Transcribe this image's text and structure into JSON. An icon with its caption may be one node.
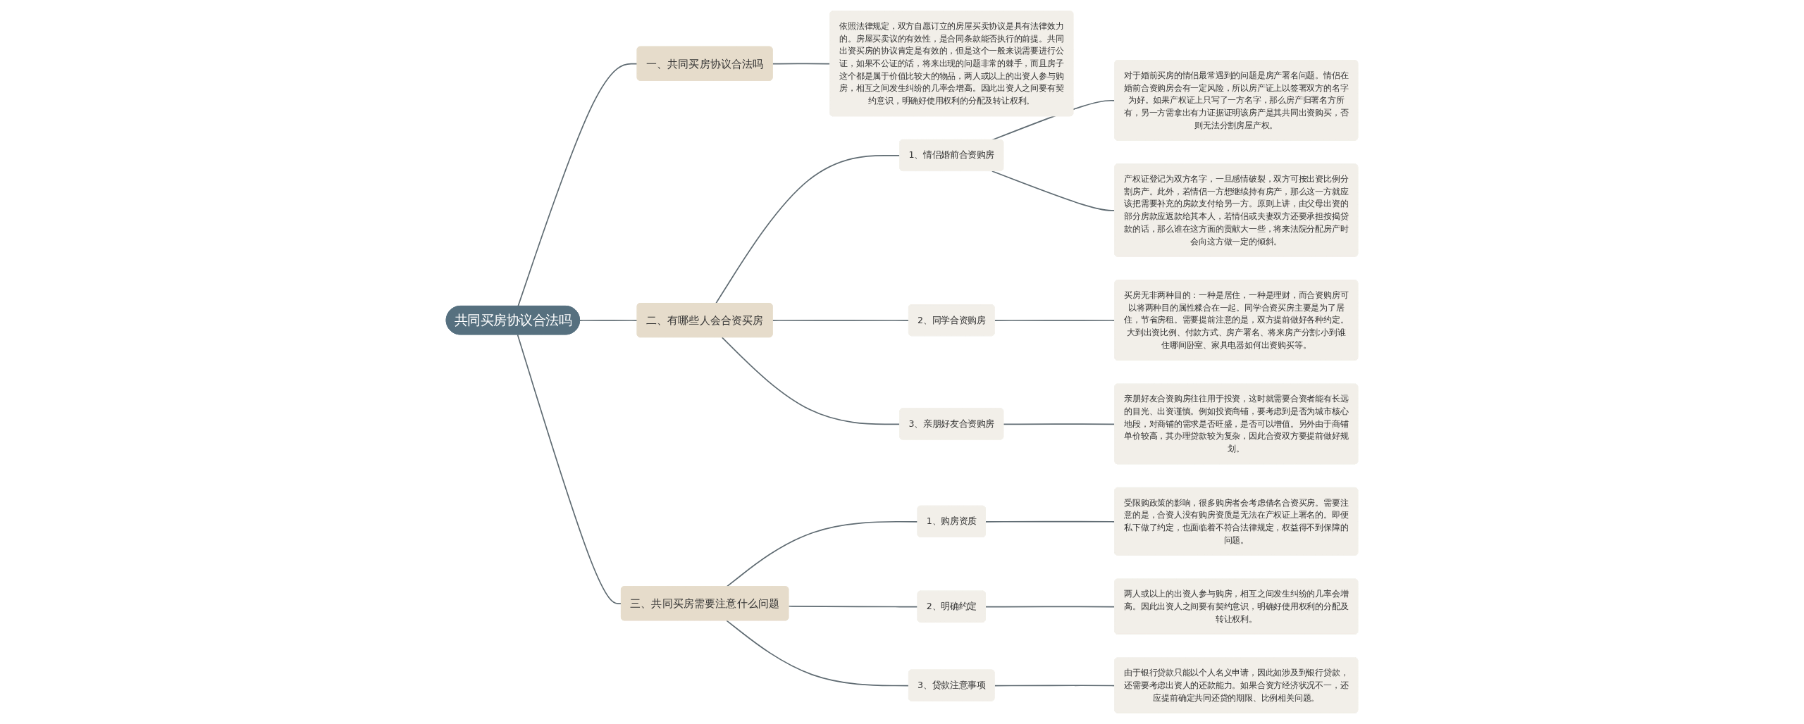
{
  "diagram": {
    "nodes": [
      {
        "text": [
          "共同买房协议合法吗"
        ]
      },
      {
        "text": [
          "一、共同买房协议合法吗"
        ]
      },
      {
        "text": [
          "依照法律规定，双方自愿订立的房屋买卖协议是具有法律效力的。房屋买卖议的有效性，是合同条款能否执行的前提。共同出资买房的协议肯定是有效的，但是这个一般来说需要进行公证，如果不公证的话，将来出现的问题非常的棘手，而且房子这个都是属于价值比较大的物品，两人或以上的出资人参与购房，相互之间发生纠纷的几率会增高。因此出资人之间要有契约意识，明确好使用权利的分配及转让权利。"
        ]
      },
      {
        "text": [
          "二、有哪些人会合资买房"
        ]
      },
      {
        "text": [
          "1、情侣婚前合资购房"
        ]
      },
      {
        "text": [
          "对于婚前买房的情侣最常遇到的问题是房产署名问题。情侣在婚前合资购房会有一定风险，所以房产证上以签署双方的名字为好。如果产权证上只写了一方名字，那么房产归署名方所有，另一方需拿出有力证据证明该房产是其共同出资购买，否则无法分割房屋产权。"
        ]
      },
      {
        "text": [
          "产权证登记为双方名字，一旦感情破裂，双方可按出资比例分割房产。此外，若情侣一方想继续持有房产，那么这一方就应该把需要补充的房款支付给另一方。原则上讲，由父母出资的部分房款应返款给其本人，若情侣或夫妻双方还要承担按揭贷款的话，那么谁在这方面的贡献大一些，将来法院分配房产时会向这方做一定的倾斜。"
        ]
      },
      {
        "text": [
          "2、同学合资购房"
        ]
      },
      {
        "text": [
          "买房无非两种目的：一种是居住，一种是理财，而合资购房可以将两种目的属性糅合在一起。同学合资买房主要是为了居住，节省房租。需要提前注意的是，双方提前做好各种约定。大到出资比例、付款方式、房产署名、将来房产分割;小到谁住哪间卧室、家具电器如何出资购买等。"
        ]
      },
      {
        "text": [
          "3、亲朋好友合资购房"
        ]
      },
      {
        "text": [
          "亲朋好友合资购房往往用于投资，这时就需要合资者能有长远的目光、出资谨慎。例如投资商铺，要考虑到是否为城市核心地段，对商铺的需求是否旺盛，是否可以增值。另外由于商铺单价较高，其办理贷款较为复杂，因此合资双方要提前做好规划。"
        ]
      },
      {
        "text": [
          "三、共同买房需要注意什么问题"
        ]
      },
      {
        "text": [
          "1、购房资质"
        ]
      },
      {
        "text": [
          "受限购政策的影响，很多购房者会考虑借名合资买房。需要注意的是，合资人没有购房资质是无法在产权证上署名的。即便私下做了约定，也面临着不符合法律规定，权益得不到保障的问题。"
        ]
      },
      {
        "text": [
          "2、明确约定"
        ]
      },
      {
        "text": [
          "两人或以上的出资人参与购房，相互之间发生纠纷的几率会增高。因此出资人之间要有契约意识，明确好使用权利的分配及转让权利。"
        ]
      },
      {
        "text": [
          "3、贷款注意事项"
        ]
      },
      {
        "text": [
          "由于银行贷款只能以个人名义申请，因此如涉及到银行贷款，还需要考虑出资人的还款能力。如果合资方经济状况不一，还应提前确定共同还贷的期限、比例相关问题。"
        ]
      }
    ],
    "edges": [
      {
        "from": 0,
        "to": 1,
        "arrow": "none"
      },
      {
        "from": 1,
        "to": 2,
        "arrow": "none"
      },
      {
        "from": 0,
        "to": 3,
        "arrow": "none"
      },
      {
        "from": 3,
        "to": 4,
        "arrow": "none"
      },
      {
        "from": 4,
        "to": 5,
        "arrow": "none"
      },
      {
        "from": 4,
        "to": 6,
        "arrow": "none"
      },
      {
        "from": 3,
        "to": 7,
        "arrow": "none"
      },
      {
        "from": 7,
        "to": 8,
        "arrow": "none"
      },
      {
        "from": 3,
        "to": 9,
        "arrow": "none"
      },
      {
        "from": 9,
        "to": 10,
        "arrow": "none"
      },
      {
        "from": 0,
        "to": 11,
        "arrow": "none"
      },
      {
        "from": 11,
        "to": 12,
        "arrow": "none"
      },
      {
        "from": 12,
        "to": 13,
        "arrow": "none"
      },
      {
        "from": 11,
        "to": 14,
        "arrow": "none"
      },
      {
        "from": 14,
        "to": 15,
        "arrow": "none"
      },
      {
        "from": 11,
        "to": 16,
        "arrow": "none"
      },
      {
        "from": 16,
        "to": 17,
        "arrow": "none"
      }
    ]
  }
}
